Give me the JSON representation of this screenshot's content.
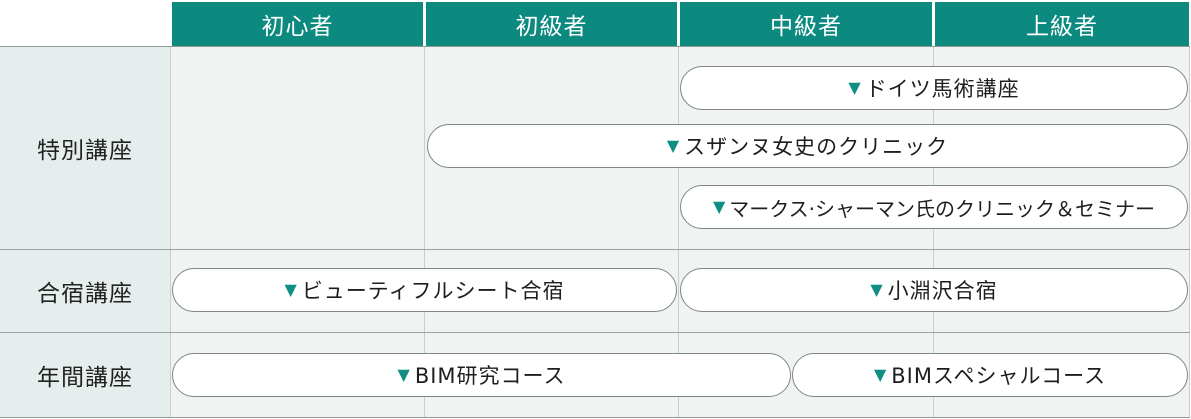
{
  "levels": [
    "初心者",
    "初級者",
    "中級者",
    "上級者"
  ],
  "categories": {
    "special": "特別講座",
    "camp": "合宿講座",
    "annual": "年間講座"
  },
  "marker": "▼",
  "courses": {
    "german_riding": "ドイツ馬術講座",
    "susanne_clinic": "スザンヌ女史のクリニック",
    "marcus_clinic": "マークス·シャーマン氏のクリニック＆セミナー",
    "beautiful_seat_camp": "ビューティフルシート合宿",
    "obuchi_camp": "小淵沢合宿",
    "bim_research": "BIM研究コース",
    "bim_special": "BIMスペシャルコース"
  },
  "colors": {
    "header_bg": "#0d8a80",
    "marker": "#0f8f84",
    "label_bg": "#e6eded",
    "grid_bg": "#f1f3f2"
  }
}
